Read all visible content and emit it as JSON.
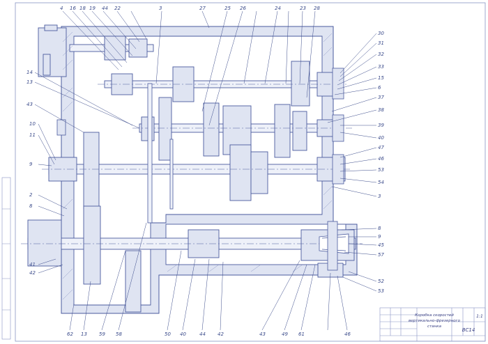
{
  "drawing": {
    "title_block": {
      "title_line1": "Коробка скоростей",
      "title_line2": "вертикально-фрезерного",
      "title_line3": "станка",
      "sheet_code": "ВС14",
      "scale": "1:1"
    },
    "callouts_top": [
      "4",
      "16",
      "18",
      "19",
      "44",
      "22",
      "3",
      "27",
      "25",
      "26",
      "24",
      "23",
      "28"
    ],
    "callouts_right": [
      "30",
      "31",
      "32",
      "33",
      "15",
      "6",
      "37",
      "38",
      "39",
      "40",
      "47",
      "46",
      "53",
      "54",
      "3",
      "8",
      "9",
      "45",
      "57",
      "52",
      "53"
    ],
    "callouts_left": [
      "14",
      "13",
      "43",
      "10",
      "11",
      "9",
      "2",
      "8",
      "41",
      "42"
    ],
    "callouts_bottom": [
      "62",
      "13",
      "59",
      "58",
      "50",
      "40",
      "44",
      "42",
      "43",
      "49",
      "61",
      "46"
    ],
    "colors": {
      "line": "#4a5a9e",
      "fill": "#dfe4f2",
      "bg": "#ffffff"
    }
  }
}
